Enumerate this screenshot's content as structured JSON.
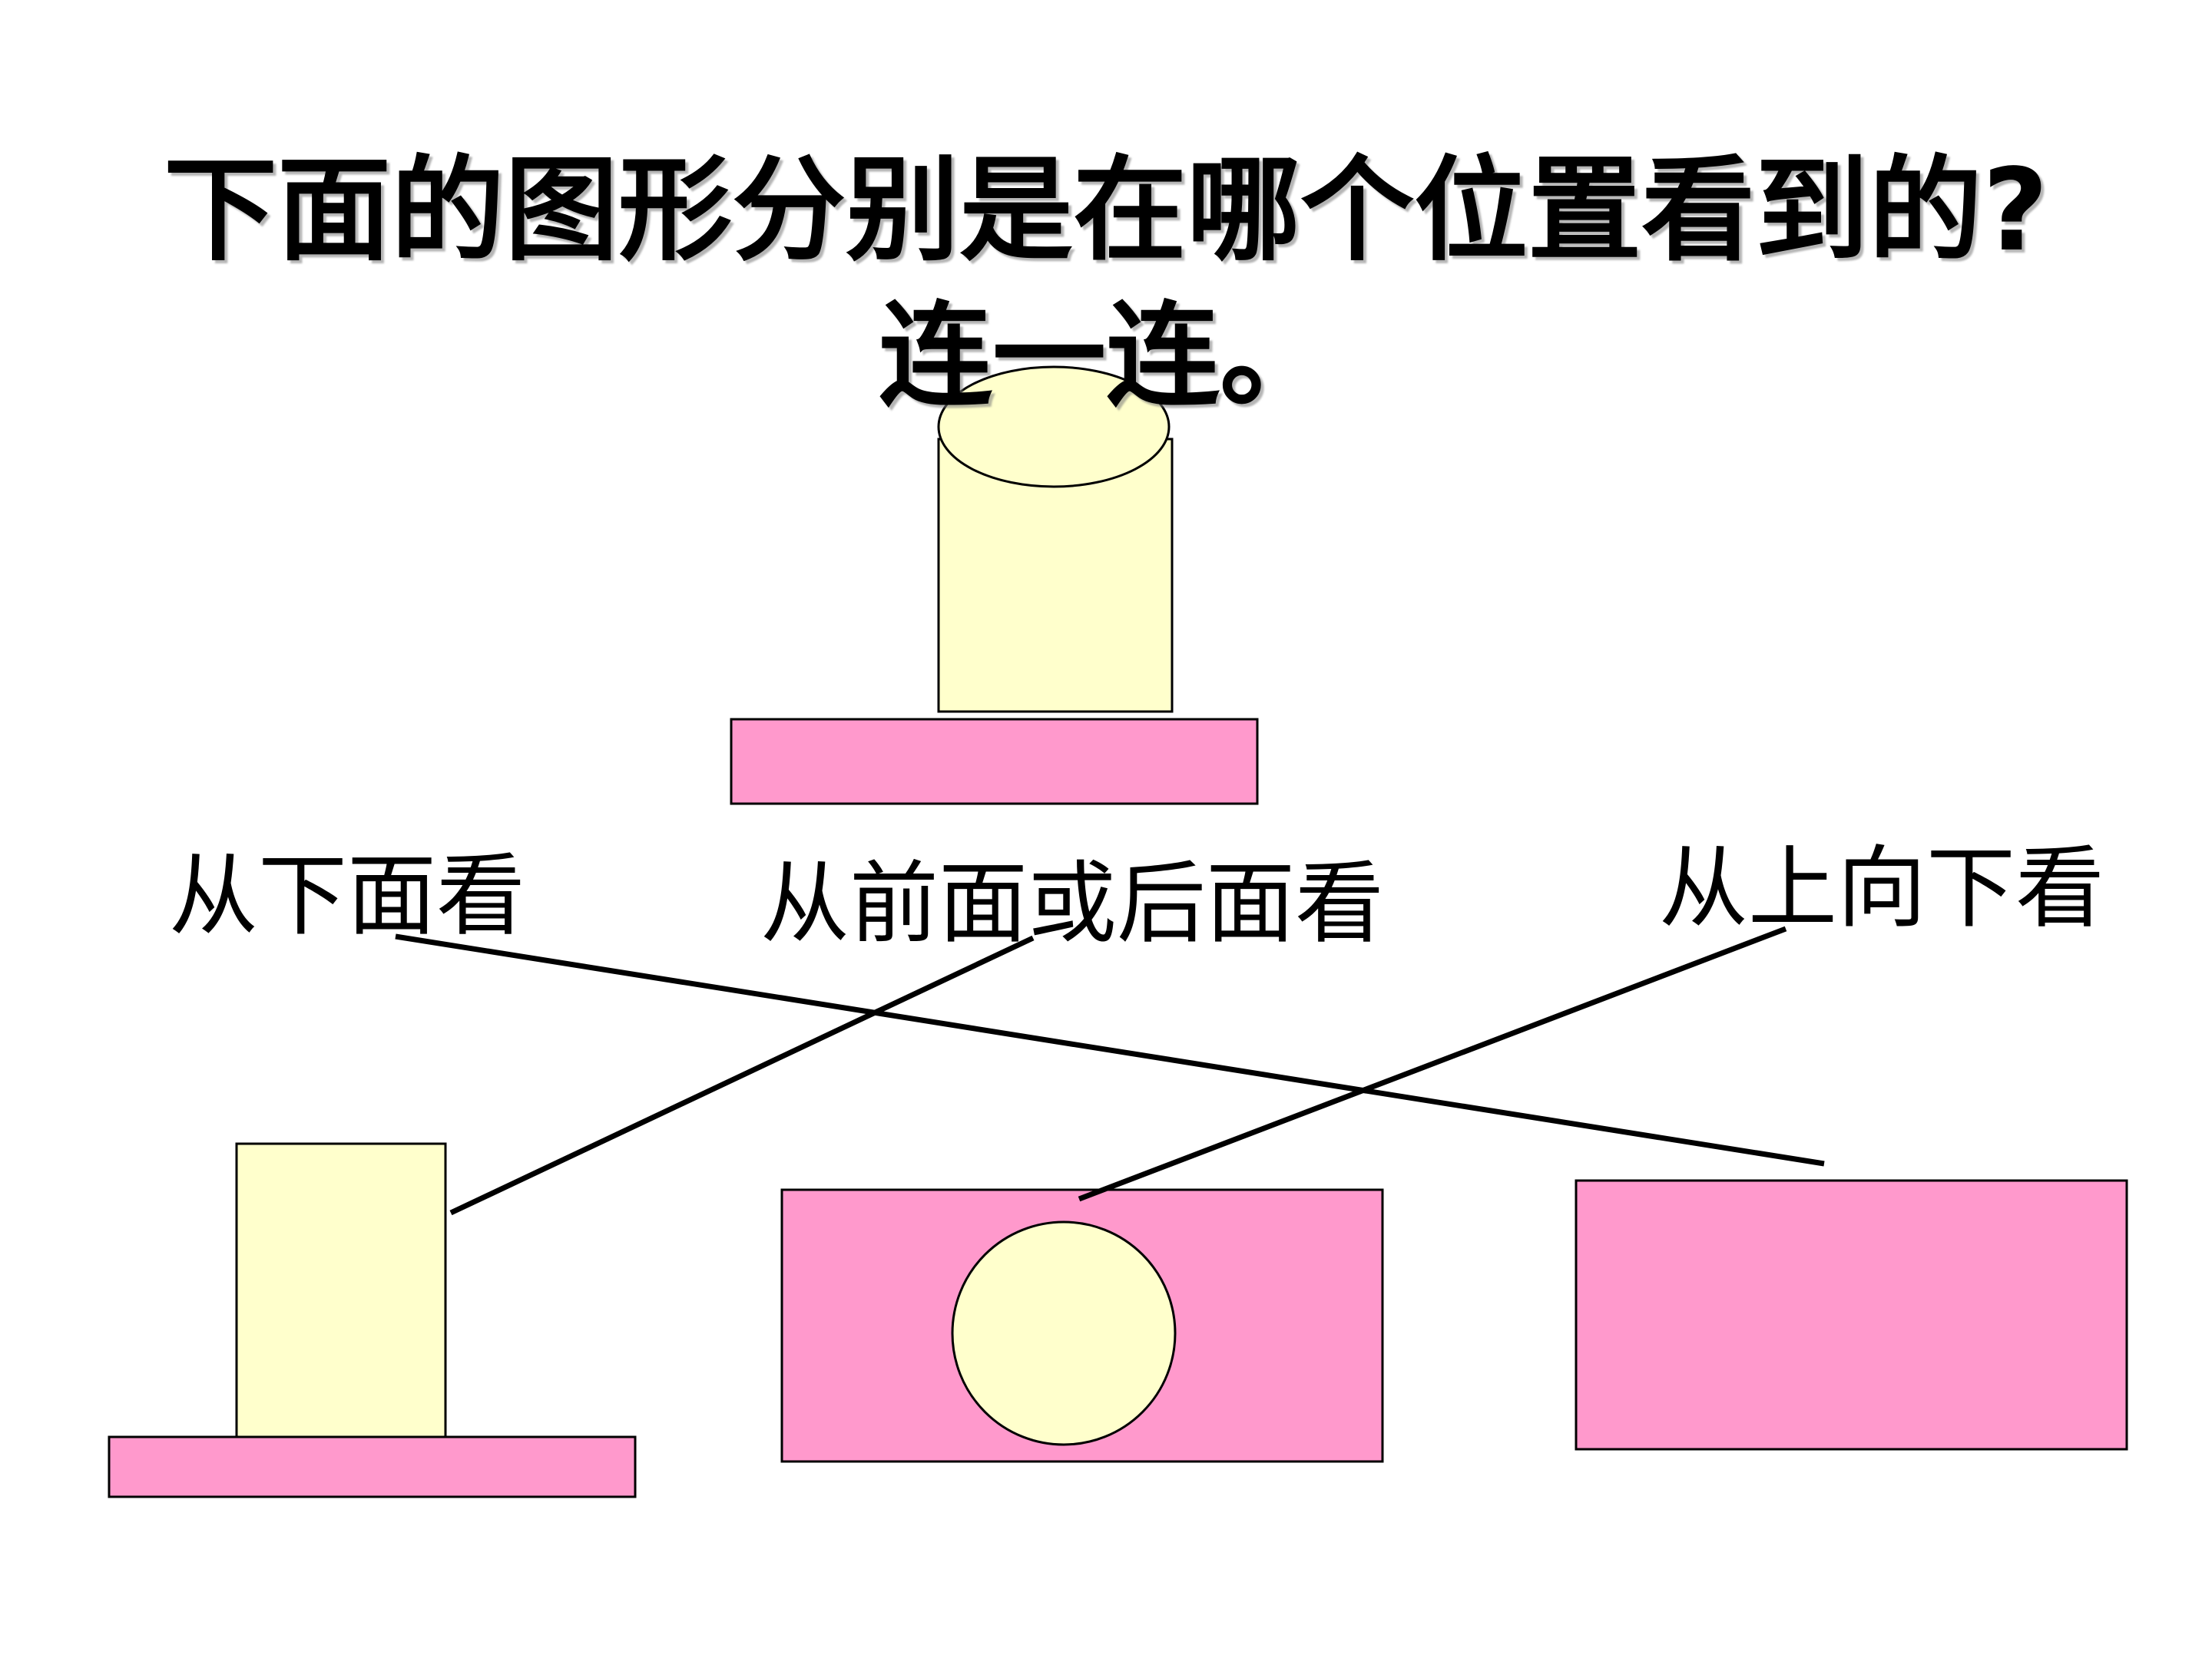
{
  "title": {
    "line1": "下面的图形分别是在哪个位置看到的?",
    "line2": "连一连。"
  },
  "labels": {
    "from_bottom": "从下面看",
    "from_front_back": "从前面或后面看",
    "from_top": "从上向下看"
  },
  "colors": {
    "pink": "#FF99CC",
    "cream": "#FFFFCC",
    "outline": "#000000"
  }
}
